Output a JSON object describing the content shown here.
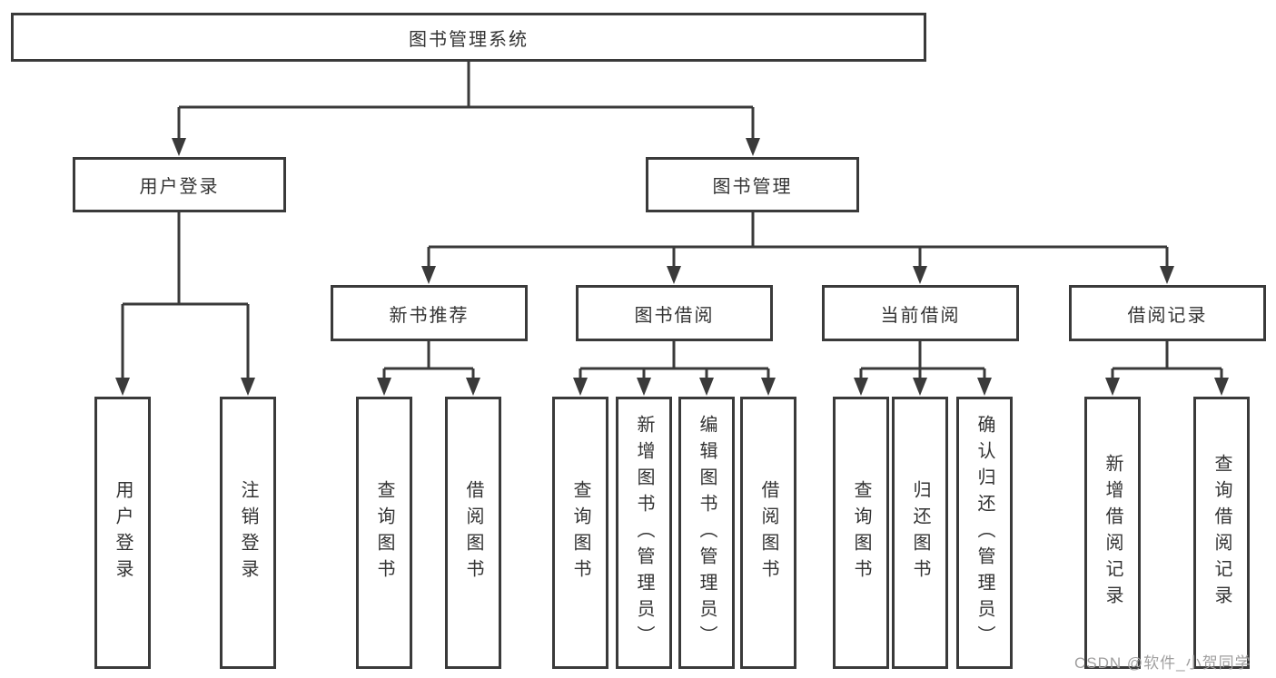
{
  "tree": {
    "label": "图书管理系统",
    "children": [
      {
        "label": "用户登录",
        "children": [
          {
            "label": "用户登录"
          },
          {
            "label": "注销登录"
          }
        ]
      },
      {
        "label": "图书管理",
        "children": [
          {
            "label": "新书推荐",
            "children": [
              {
                "label": "查询图书"
              },
              {
                "label": "借阅图书"
              }
            ]
          },
          {
            "label": "图书借阅",
            "children": [
              {
                "label": "查询图书"
              },
              {
                "label": "新增图书（管理员）"
              },
              {
                "label": "编辑图书（管理员）"
              },
              {
                "label": "借阅图书"
              }
            ]
          },
          {
            "label": "当前借阅",
            "children": [
              {
                "label": "查询图书"
              },
              {
                "label": "归还图书"
              },
              {
                "label": "确认归还（管理员）"
              }
            ]
          },
          {
            "label": "借阅记录",
            "children": [
              {
                "label": "新增借阅记录"
              },
              {
                "label": "查询借阅记录"
              }
            ]
          }
        ]
      }
    ]
  },
  "watermark": {
    "text": "CSDN @软件_小贺同学"
  },
  "colors": {
    "line": "#3a3a3a",
    "box_border": "#3a3a3a",
    "box_fill": "#ffffff",
    "text": "#333333",
    "watermark": "#a09f9f",
    "background": "#ffffff"
  }
}
